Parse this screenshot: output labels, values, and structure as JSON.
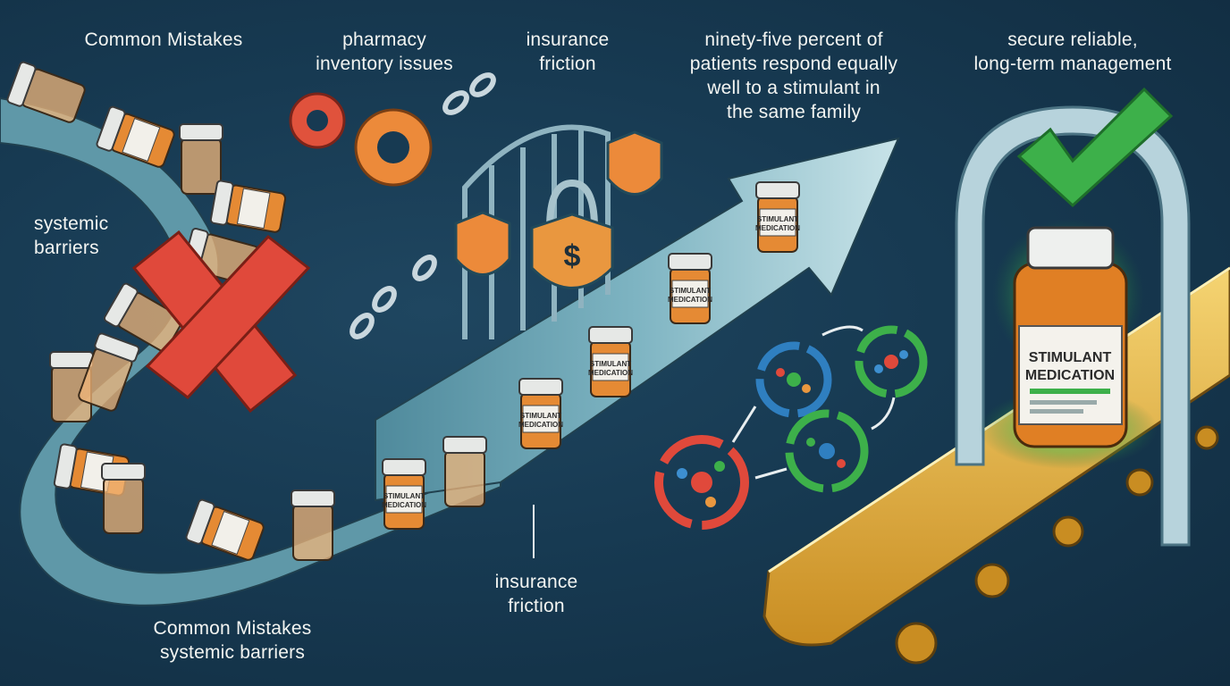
{
  "labels": {
    "common_mistakes_top": "Common Mistakes",
    "pharmacy": "pharmacy\ninventory issues",
    "insurance_top": "insurance\nfriction",
    "ninety_five": "ninety-five percent of\npatients respond equally\nwell to a stimulant in\nthe same family",
    "secure": "secure reliable,\nlong-term management",
    "systemic_left": "systemic\nbarriers",
    "insurance_bottom": "insurance\nfriction",
    "bottom_combined": "Common Mistakes\nsystemic barriers"
  },
  "bottle_label_line1": "STIMULANT",
  "bottle_label_line2": "MEDICATION",
  "big_bottle_line1": "STIMULANT",
  "big_bottle_line2": "MEDICATION",
  "shield_symbol": "$",
  "icons": [
    "x-mark-icon",
    "gear-icon",
    "broken-chain-icon",
    "shield-icon",
    "lock-icon",
    "cage-icon",
    "checkmark-icon",
    "molecule-icon",
    "conveyor-belt-icon",
    "pill-bottle-icon",
    "arch-gate-icon"
  ],
  "colors": {
    "background": "#173a52",
    "arrow_path": "#a9cdd6",
    "x_mark": "#e0493b",
    "gear_red": "#e0523c",
    "gear_orange": "#ec8a3a",
    "bottle_orange": "#e58a34",
    "checkmark": "#3db04a",
    "conveyor": "#e9b84a",
    "glow": "#6ee07a"
  }
}
